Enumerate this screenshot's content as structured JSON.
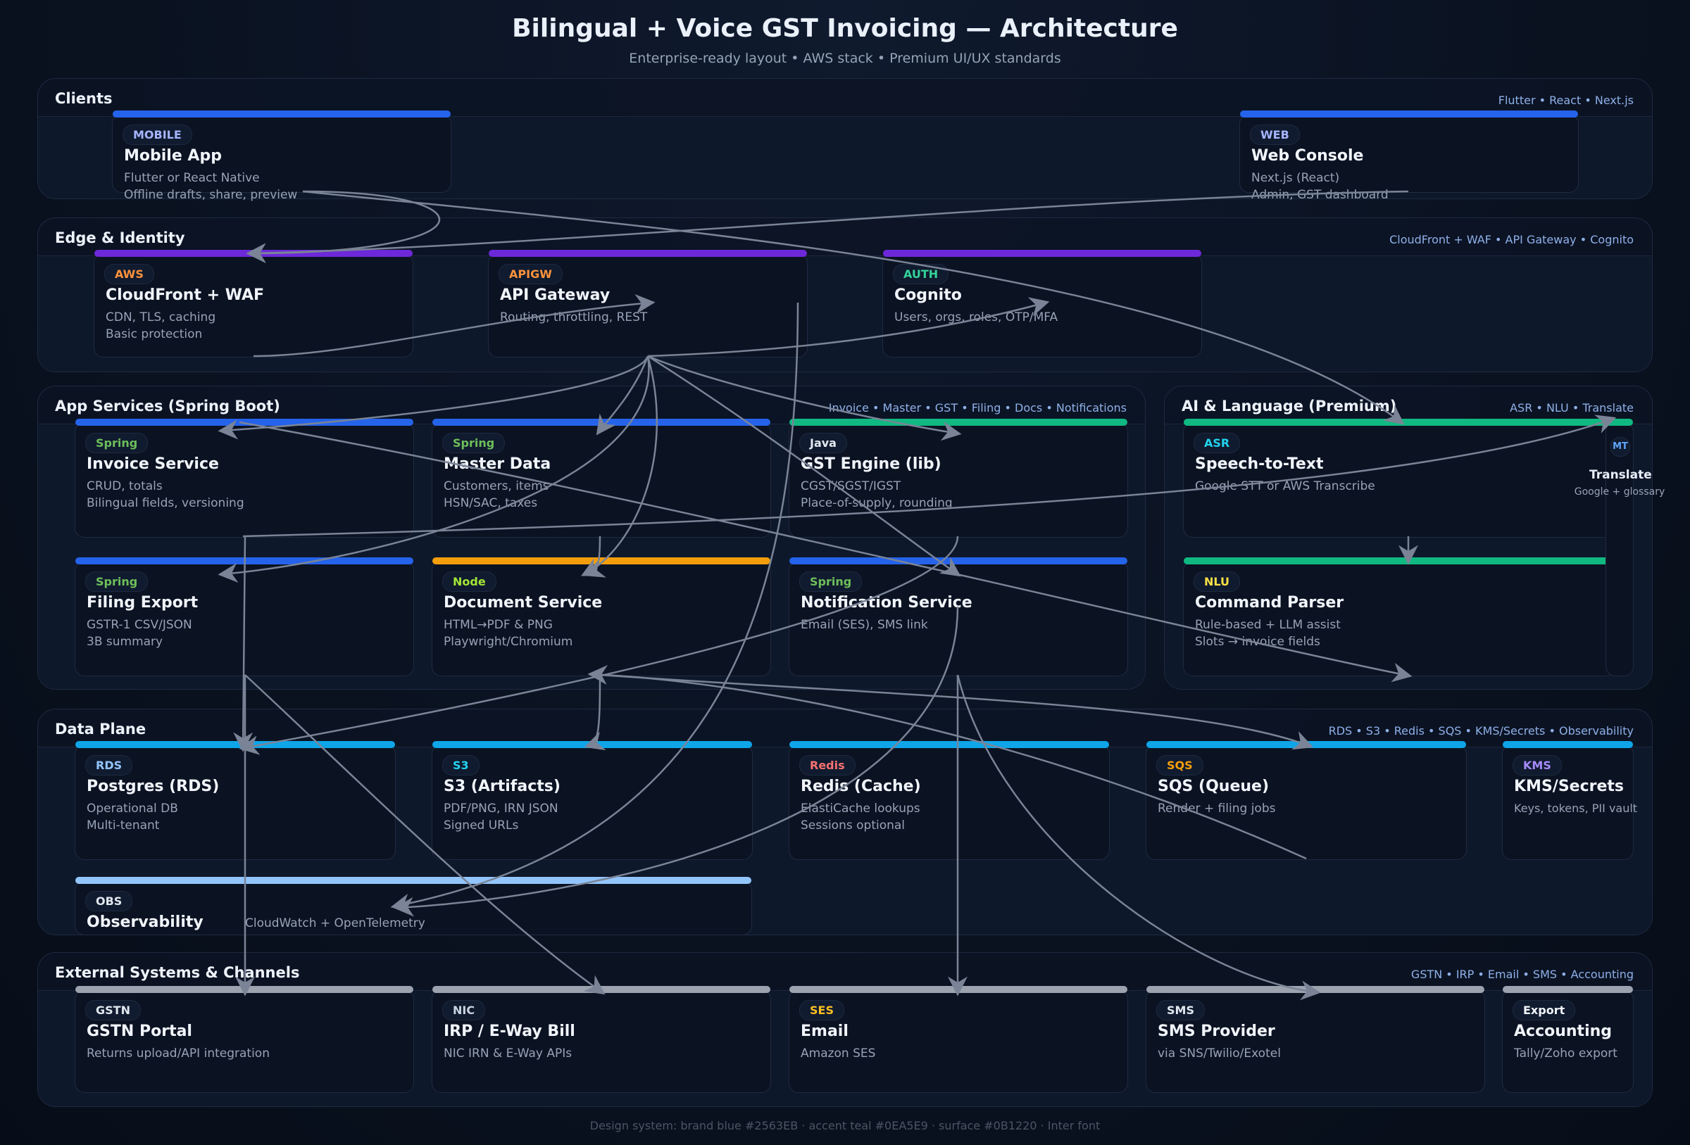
{
  "title": "Bilingual + Voice GST Invoicing — Architecture",
  "subtitle": "Enterprise-ready layout • AWS stack • Premium UI/UX standards",
  "footer": "Design system: brand blue #2563EB · accent teal #0EA5E9 · surface #0B1220 · Inter font",
  "colors": {
    "blue": "#2563EB",
    "purple": "#6D28D9",
    "green": "#10B981",
    "orange": "#F59E0B",
    "cyan": "#0EA5E9",
    "light_blue": "#93C5FD",
    "gray": "#9CA3AF",
    "edge": "#7a8496"
  },
  "sections": {
    "clients": {
      "title": "Clients",
      "tags": "Flutter • React • Next.js"
    },
    "edge": {
      "title": "Edge & Identity",
      "tags": "CloudFront + WAF • API Gateway • Cognito"
    },
    "app": {
      "title": "App Services (Spring Boot)",
      "tags": "Invoice • Master • GST • Filing • Docs • Notifications"
    },
    "ai": {
      "title": "AI & Language (Premium)",
      "tags": "ASR • NLU • Translate"
    },
    "data": {
      "title": "Data Plane",
      "tags": "RDS • S3 • Redis • SQS • KMS/Secrets • Observability"
    },
    "external": {
      "title": "External Systems & Channels",
      "tags": "GSTN • IRP • Email • SMS • Accounting"
    }
  },
  "cards": {
    "mobile": {
      "badge": "MOBILE",
      "badge_color": "#A5B4FC",
      "title": "Mobile App",
      "line1": "Flutter or React Native",
      "line2": "Offline drafts, share, preview"
    },
    "web": {
      "badge": "WEB",
      "badge_color": "#A5B4FC",
      "title": "Web Console",
      "line1": "Next.js (React)",
      "line2": "Admin, GST dashboard"
    },
    "cloudfront": {
      "badge": "AWS",
      "badge_color": "#FB923C",
      "title": "CloudFront + WAF",
      "line1": "CDN, TLS, caching",
      "line2": "Basic protection"
    },
    "apigw": {
      "badge": "APIGW",
      "badge_color": "#FB923C",
      "title": "API Gateway",
      "line1": "Routing, throttling, REST",
      "line2": ""
    },
    "cognito": {
      "badge": "AUTH",
      "badge_color": "#34D399",
      "title": "Cognito",
      "line1": "Users, orgs, roles, OTP/MFA",
      "line2": ""
    },
    "invoice": {
      "badge": "Spring",
      "badge_color": "#6EBF5A",
      "title": "Invoice Service",
      "line1": "CRUD, totals",
      "line2": "Bilingual fields, versioning"
    },
    "master": {
      "badge": "Spring",
      "badge_color": "#6EBF5A",
      "title": "Master Data",
      "line1": "Customers, items",
      "line2": "HSN/SAC, taxes"
    },
    "gst": {
      "badge": "Java",
      "badge_color": "#E2E8F0",
      "title": "GST Engine (lib)",
      "line1": "CGST/SGST/IGST",
      "line2": "Place-of-supply, rounding"
    },
    "filing": {
      "badge": "Spring",
      "badge_color": "#6EBF5A",
      "title": "Filing Export",
      "line1": "GSTR-1 CSV/JSON",
      "line2": "3B summary"
    },
    "document": {
      "badge": "Node",
      "badge_color": "#A3E635",
      "title": "Document Service",
      "line1": "HTML→PDF & PNG",
      "line2": "Playwright/Chromium"
    },
    "notification": {
      "badge": "Spring",
      "badge_color": "#6EBF5A",
      "title": "Notification Service",
      "line1": "Email (SES), SMS link",
      "line2": ""
    },
    "asr": {
      "badge": "ASR",
      "badge_color": "#22D3EE",
      "title": "Speech-to-Text",
      "line1": "Google STT or AWS Transcribe",
      "line2": ""
    },
    "nlu": {
      "badge": "NLU",
      "badge_color": "#FDE047",
      "title": "Command Parser",
      "line1": "Rule-based + LLM assist",
      "line2": "Slots → invoice fields"
    },
    "translate": {
      "badge": "MT",
      "badge_color": "#60A5FA",
      "title": "Translate",
      "line1": "Google + glossary"
    },
    "rds": {
      "badge": "RDS",
      "badge_color": "#93C5FD",
      "title": "Postgres (RDS)",
      "line1": "Operational DB",
      "line2": "Multi-tenant"
    },
    "s3": {
      "badge": "S3",
      "badge_color": "#22D3EE",
      "title": "S3 (Artifacts)",
      "line1": "PDF/PNG, IRN JSON",
      "line2": "Signed URLs"
    },
    "redis": {
      "badge": "Redis",
      "badge_color": "#F87171",
      "title": "Redis (Cache)",
      "line1": "ElastiCache lookups",
      "line2": "Sessions optional"
    },
    "sqs": {
      "badge": "SQS",
      "badge_color": "#F59E0B",
      "title": "SQS (Queue)",
      "line1": "Render + filing jobs",
      "line2": ""
    },
    "kms": {
      "badge": "KMS",
      "badge_color": "#A78BFA",
      "title": "KMS/Secrets",
      "line1": "Keys, tokens, PII vault",
      "line2": ""
    },
    "obs": {
      "badge": "OBS",
      "badge_color": "#E2E8F0",
      "title": "Observability",
      "line1": "CloudWatch + OpenTelemetry"
    },
    "gstn": {
      "badge": "GSTN",
      "badge_color": "#E2E8F0",
      "title": "GSTN Portal",
      "line1": "Returns upload/API integration",
      "line2": ""
    },
    "nic": {
      "badge": "NIC",
      "badge_color": "#CBD5E1",
      "title": "IRP / E-Way Bill",
      "line1": "NIC IRN & E-Way APIs",
      "line2": ""
    },
    "email": {
      "badge": "SES",
      "badge_color": "#FBBF24",
      "title": "Email",
      "line1": "Amazon SES",
      "line2": ""
    },
    "sms": {
      "badge": "SMS",
      "badge_color": "#E2E8F0",
      "title": "SMS Provider",
      "line1": "via SNS/Twilio/Exotel",
      "line2": ""
    },
    "accounting": {
      "badge": "Export",
      "badge_color": "#F1F5F9",
      "title": "Accounting",
      "line1": "Tally/Zoho export",
      "line2": ""
    }
  }
}
